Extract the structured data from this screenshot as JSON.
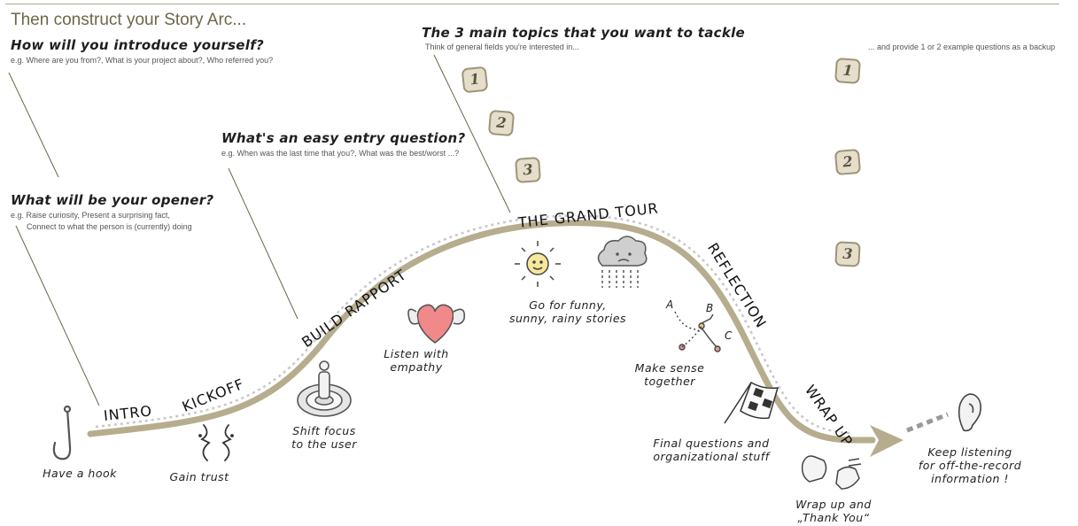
{
  "title": "Then construct your Story Arc...",
  "questions": {
    "introduce": {
      "q": "How will you introduce yourself?",
      "hint": "e.g. Where are you from?, What is your project about?, Who referred you?"
    },
    "opener": {
      "q": "What will be your opener?",
      "hint_line1": "e.g. Raise curiosity, Present a surprising fact,",
      "hint_line2": "Connect to what the person is (currently) doing"
    },
    "entry": {
      "q": "What's an easy entry question?",
      "hint": "e.g. When was the last time that you?, What was the best/worst ...?"
    },
    "topics": {
      "q": "The 3 main topics that you want to tackle",
      "hint": "Think of general fields you're interested in...",
      "hint_right": "... and provide 1 or 2 example questions as a backup"
    }
  },
  "numbers_left": [
    "1",
    "2",
    "3"
  ],
  "numbers_right": [
    "1",
    "2",
    "3"
  ],
  "stages": {
    "intro": "INTRO",
    "kickoff": "KICKOFF",
    "build_rapport": "BUILD RAPPORT",
    "grand_tour": "THE GRAND TOUR",
    "reflection": "REFLECTION",
    "wrap_up": "WRAP UP"
  },
  "labels": {
    "hook": "Have a hook",
    "trust": "Gain trust",
    "shift_1": "Shift focus",
    "shift_2": "to the user",
    "empathy_1": "Listen with",
    "empathy_2": "empathy",
    "stories_1": "Go for funny,",
    "stories_2": "sunny, rainy stories",
    "sense_1": "Make sense",
    "sense_2": "together",
    "final_1": "Final questions and",
    "final_2": "organizational stuff",
    "wrap_1": "Wrap up and",
    "wrap_2": "„Thank You“",
    "listen_1": "Keep listening",
    "listen_2": "for off-the-record",
    "listen_3": "information !"
  },
  "sketch_letters": {
    "a": "A",
    "b": "B",
    "c": "C"
  },
  "colors": {
    "arc": "#b6ad8e",
    "accent": "#6e6648",
    "heart": "#f08a8a",
    "flag": "#333333"
  }
}
